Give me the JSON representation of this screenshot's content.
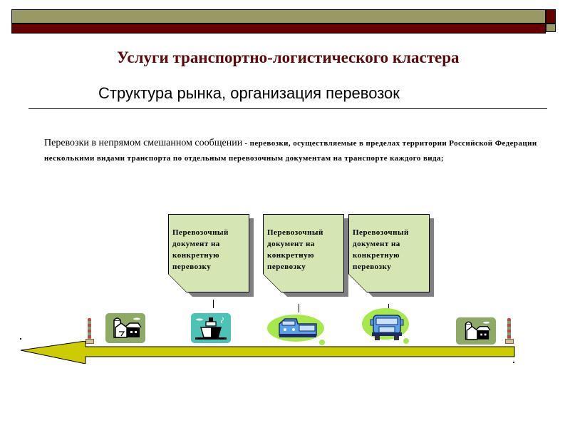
{
  "slide": {
    "title": "Услуги транспортно-логистического кластера",
    "subtitle": "Структура рынка, организация перевозок",
    "description": {
      "lead": "Перевозки в непрямом смешанном сообщении",
      "rest": " - перевозки, осуществляемые в пределах территории Российской Федерации несколькими видами транспорта по отдельным перевозочным документам на транспорте каждого вида;"
    },
    "notes": [
      {
        "text": "Перевозочный документ на конкретную перевозку"
      },
      {
        "text": "Перевозочный документ на конкретную перевозку"
      },
      {
        "text": "Перевозочный документ на конкретную перевозку"
      }
    ],
    "timeline": {
      "icons": [
        "border-post-icon",
        "farm-warehouse-icon",
        "ship-icon",
        "train-icon",
        "truck-icon",
        "farm-warehouse-icon",
        "border-post-icon"
      ],
      "arrow_direction": "left"
    },
    "colors": {
      "bar_olive": "#999966",
      "bar_maroon": "#660000",
      "title": "#5a0a0a",
      "note_fill": "#d6e6b2",
      "arrow_fill": "#cccc00",
      "farm_tile": "#8faa66",
      "ship_tile": "#4cc3b5",
      "blob": "#a8e84a"
    }
  }
}
